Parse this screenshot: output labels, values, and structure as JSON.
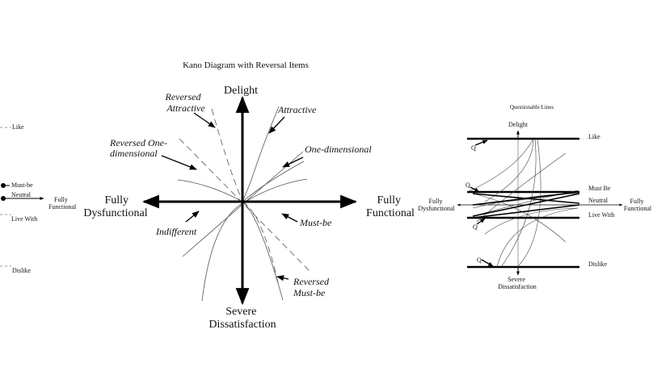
{
  "title": "Kano Diagram with Reversal Items",
  "main": {
    "axis_top": "Delight",
    "axis_left": [
      "Fully",
      "Dysfunctional"
    ],
    "axis_right": [
      "Fully",
      "Functional"
    ],
    "axis_bottom": [
      "Severe",
      "Dissatisfaction"
    ],
    "labels": {
      "reversed_attractive": [
        "Reversed",
        "Attractive"
      ],
      "attractive": "Attractive",
      "reversed_one_dimensional": [
        "Reversed One-",
        "dimensional"
      ],
      "one_dimensional": "One-dimensional",
      "indifferent": "Indifferent",
      "must_be": "Must-be",
      "reversed_must_be": [
        "Reversed",
        "Must-be"
      ]
    }
  },
  "left_panel": {
    "like": "Like",
    "must_be": "Must-be",
    "neutral": "Neutral",
    "live_with": "Live With",
    "dislike": "Dislike",
    "fully_functional": [
      "Fully",
      "Functional"
    ]
  },
  "right_panel": {
    "title": "Questionable Lines",
    "delight": "Delight",
    "like": "Like",
    "must_be": "Must Be",
    "neutral": "Neutral",
    "live_with": "Live With",
    "dislike": "Dislike",
    "q": "Q",
    "fully_dysfunctional": [
      "Fully",
      "Dysfunctional"
    ],
    "fully_functional": [
      "Fully",
      "Functional"
    ],
    "severe_dissatisfaction": [
      "Severe",
      "Dissatisfaction"
    ]
  }
}
